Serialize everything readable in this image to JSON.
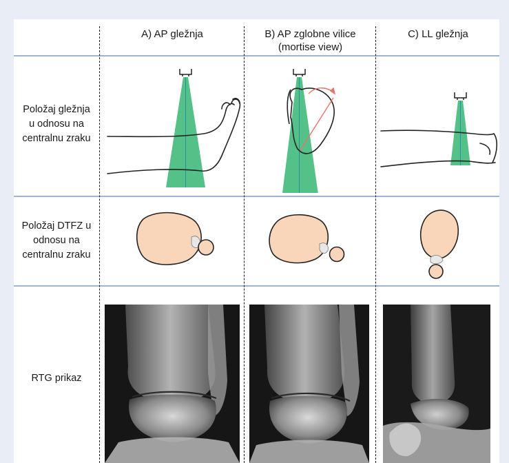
{
  "columns": [
    {
      "title": "A) AP gležnja",
      "subtitle": ""
    },
    {
      "title": "B) AP zglobne vilice",
      "subtitle": "(mortise view)"
    },
    {
      "title": "C) LL gležnja",
      "subtitle": ""
    }
  ],
  "rows": [
    {
      "label_lines": [
        "Položaj gležnja",
        "u odnosu na",
        "centralnu zraku"
      ]
    },
    {
      "label_lines": [
        "Položaj DTFZ u",
        "odnosu na",
        "centralnu zraku"
      ]
    },
    {
      "label_lines": [
        "RTG prikaz"
      ]
    }
  ],
  "colors": {
    "background": "#e9eef6",
    "panel": "#ffffff",
    "divider": "#9eb3d2",
    "beam": "#3cb878",
    "beam_axis": "#2a8fa0",
    "bone_fill": "#f9d6ba",
    "rotation_arrow": "#e8736b"
  }
}
